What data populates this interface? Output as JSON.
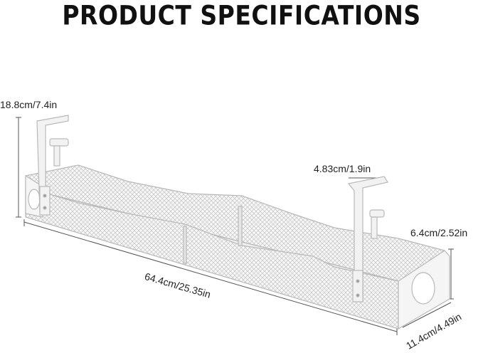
{
  "title": "PRODUCT SPECIFICATIONS",
  "dimensions": {
    "height": "18.8cm/7.4in",
    "clamp_width": "4.83cm/1.9in",
    "tray_height": "6.4cm/2.52in",
    "length": "64.4cm/25.35in",
    "depth": "11.4cm/4.49in"
  },
  "colors": {
    "tray": "#f4f4f4",
    "outline": "#b9b9b9",
    "dimension_line": "#555555"
  }
}
